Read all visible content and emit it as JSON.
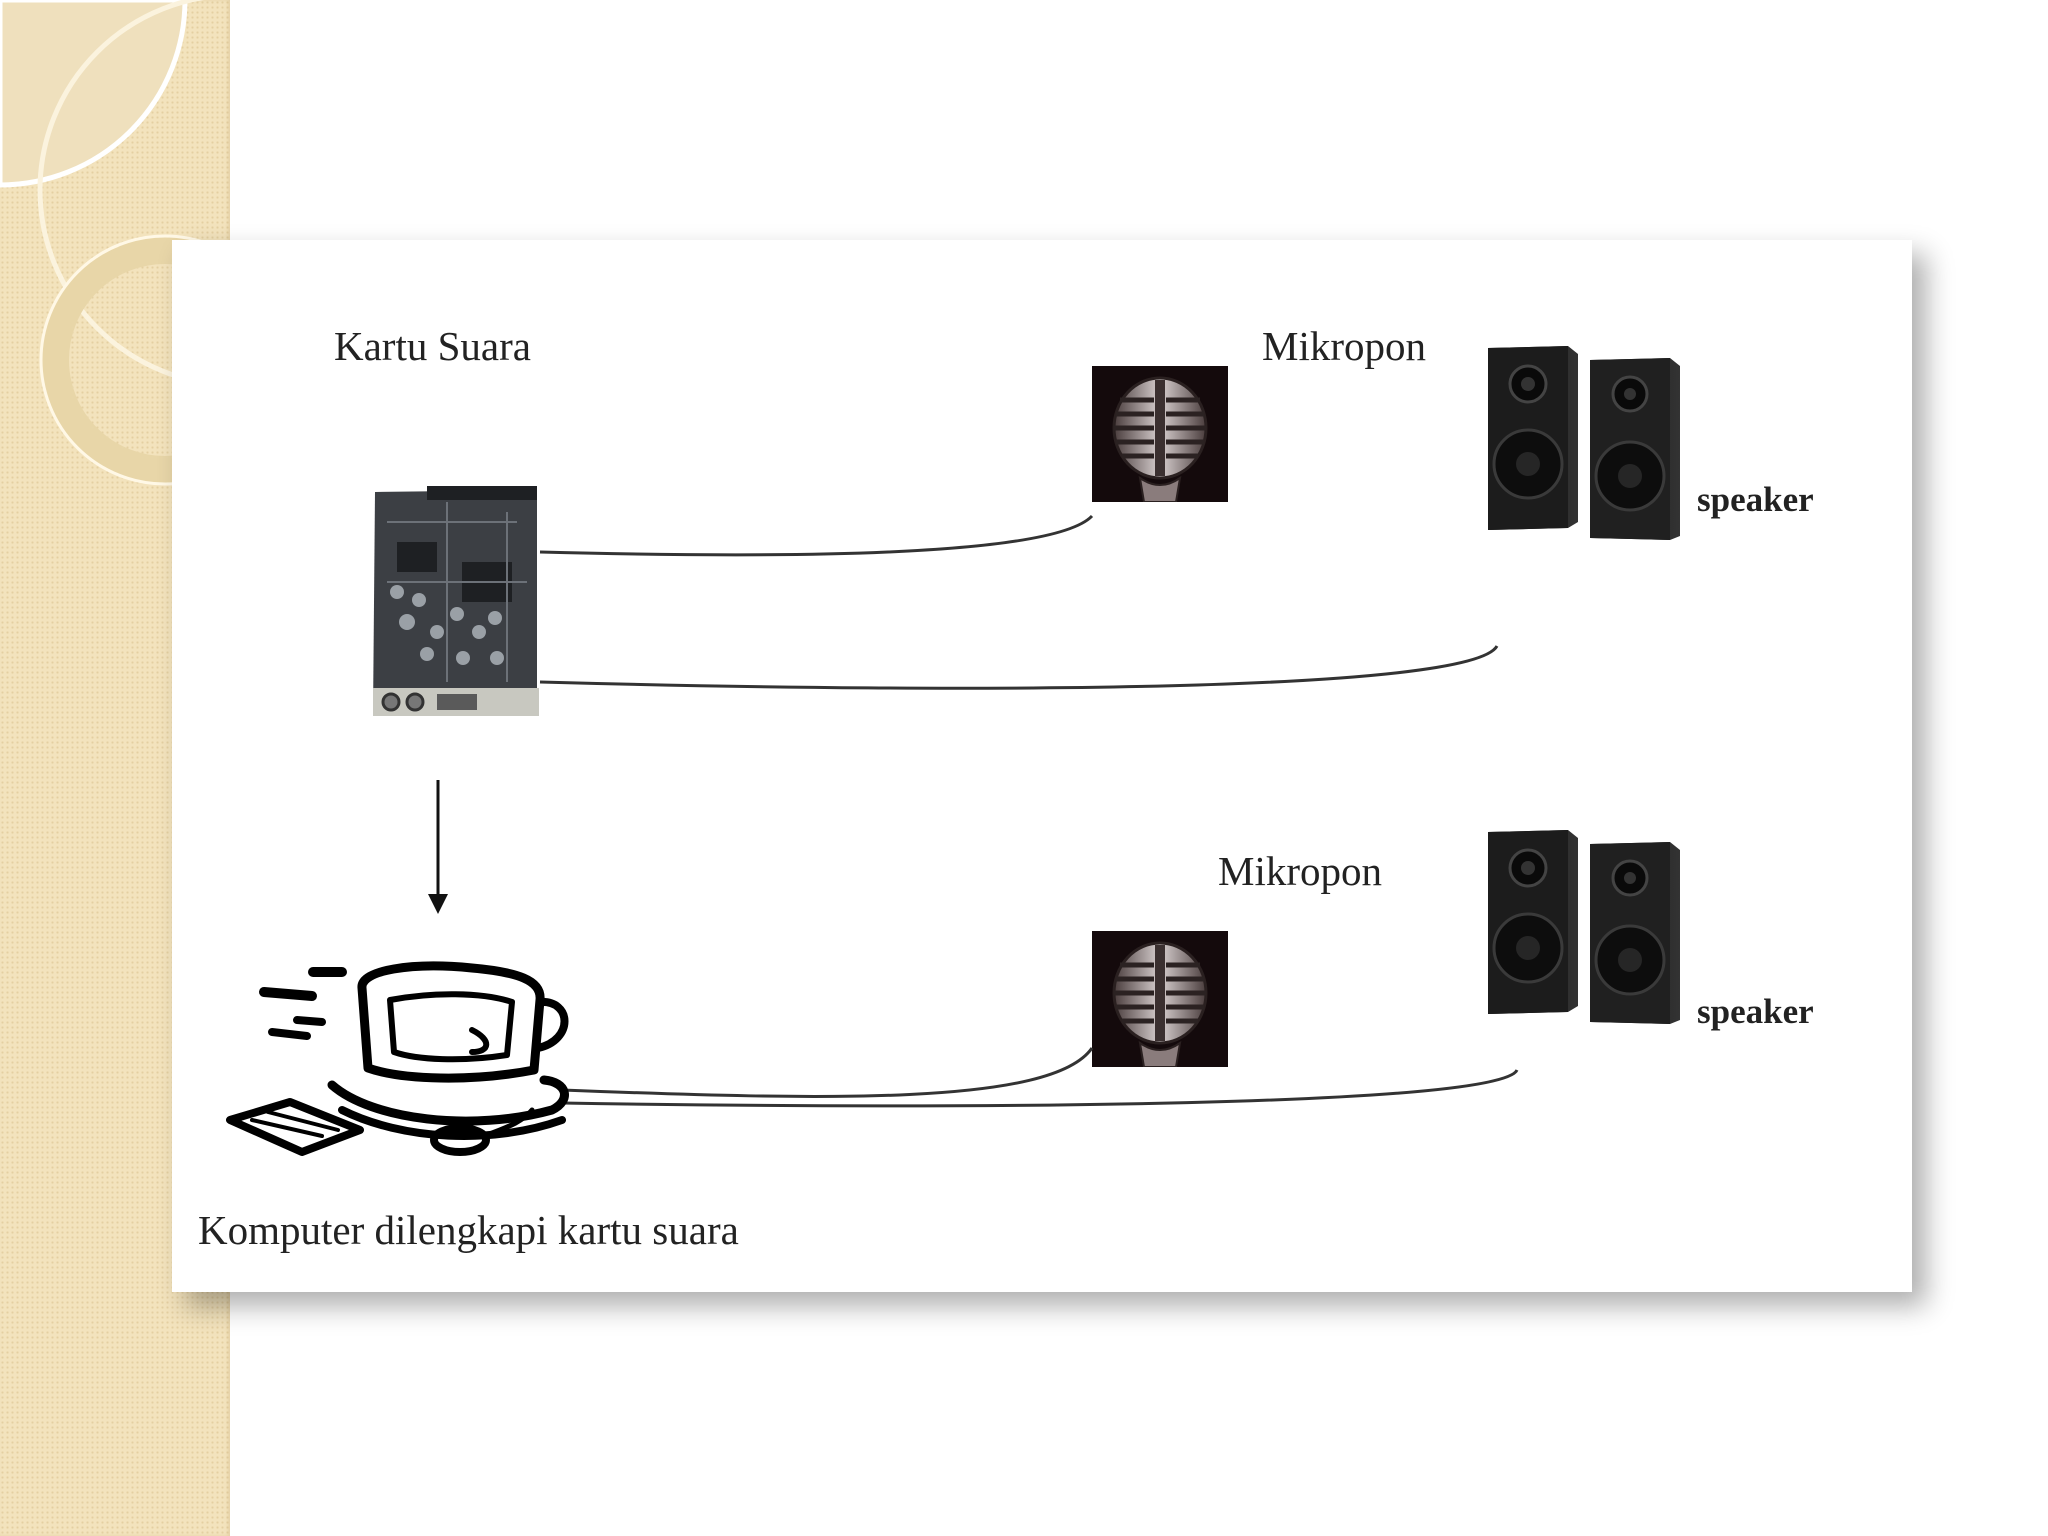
{
  "labels": {
    "sound_card": "Kartu Suara",
    "mic_top": "Mikropon",
    "speaker_top": "speaker",
    "mic_bottom": "Mikropon",
    "speaker_bottom": "speaker",
    "computer": "Komputer dilengkapi kartu suara"
  },
  "icons": {
    "sound_card": "sound-card-icon",
    "microphone": "microphone-icon",
    "speakers": "speaker-pair-icon",
    "computer": "computer-clipart-icon",
    "arrow": "down-arrow-icon"
  },
  "colors": {
    "side_band": "#f3e3bd",
    "panel": "#ffffff",
    "line": "#333333",
    "text": "#222222"
  }
}
